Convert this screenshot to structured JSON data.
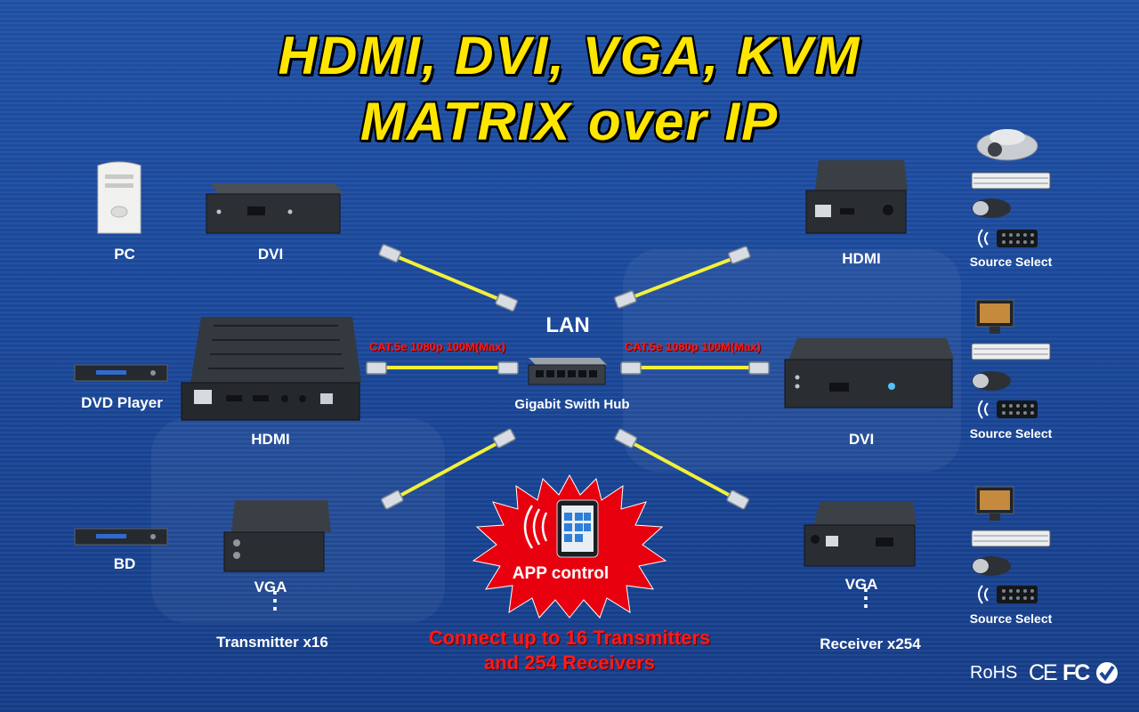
{
  "title": {
    "line1": "HDMI, DVI, VGA, KVM",
    "line2": "MATRIX over IP"
  },
  "lan": {
    "label": "LAN",
    "hub_label": "Gigabit Swith Hub"
  },
  "cable_spec": {
    "left": "CAT.5e 1080p 100M(Max)",
    "right": "CAT.5e 1080p 100M(Max)"
  },
  "sources": {
    "pc": "PC",
    "dvd": "DVD Player",
    "bd": "BD"
  },
  "transmitters": {
    "dvi": "DVI",
    "hdmi": "HDMI",
    "vga": "VGA",
    "count": "Transmitter x16"
  },
  "receivers": {
    "hdmi": "HDMI",
    "dvi": "DVI",
    "vga": "VGA",
    "count": "Receiver x254"
  },
  "outputs": {
    "source_select_1": "Source Select",
    "source_select_2": "Source Select",
    "source_select_3": "Source Select"
  },
  "app": {
    "label": "APP control"
  },
  "footer": {
    "line1": "Connect up to 16 Transmitters",
    "line2": "and 254 Receivers"
  },
  "certifications": {
    "rohs": "RoHS",
    "ce": "CE",
    "fc": "FC"
  },
  "colors": {
    "background": "#1a4798",
    "title": "#ffe600",
    "cable": "#f2f03a",
    "accent_red": "#ff1a1a",
    "burst": "#e8000f"
  }
}
